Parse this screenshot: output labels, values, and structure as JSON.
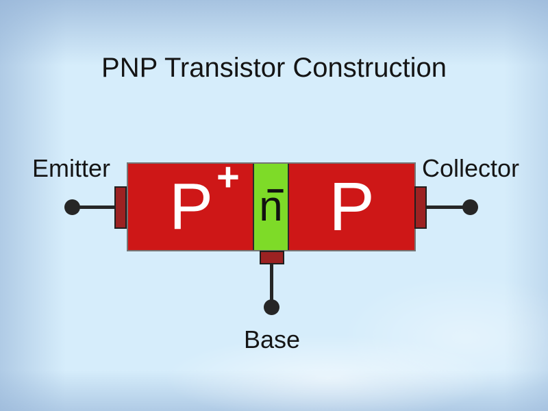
{
  "title": "PNP Transistor Construction",
  "transistor": {
    "regions": [
      {
        "name": "emitter-p-region",
        "label": "P",
        "sup": "+"
      },
      {
        "name": "base-n-region",
        "label": "n",
        "sup": "−"
      },
      {
        "name": "collector-p-region",
        "label": "P",
        "sup": ""
      }
    ],
    "terminals": {
      "emitter": {
        "label": "Emitter"
      },
      "base": {
        "label": "Base"
      },
      "collector": {
        "label": "Collector"
      }
    }
  },
  "colors": {
    "background_center": "#d6edfb",
    "background_edge": "#a8c6e4",
    "p_region": "#ce1717",
    "n_region": "#7edb28",
    "terminal_contact": "#9c2222",
    "lead": "#262626",
    "text": "#151515",
    "p_label_text": "#ffffff",
    "n_label_text": "#111111"
  }
}
